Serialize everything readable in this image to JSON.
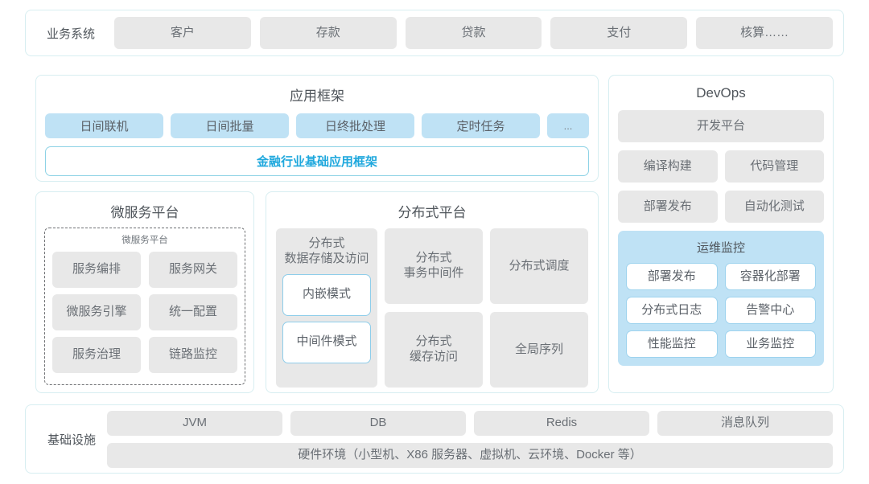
{
  "business_row": {
    "label": "业务系统",
    "items": [
      "客户",
      "存款",
      "贷款",
      "支付",
      "核算……"
    ]
  },
  "app_framework": {
    "title": "应用框架",
    "chips": [
      "日间联机",
      "日间批量",
      "日终批处理",
      "定时任务",
      "..."
    ],
    "banner": "金融行业基础应用框架",
    "banner_color": "#1fa8dd"
  },
  "microservice": {
    "title": "微服务平台",
    "inner_title": "微服务平台",
    "items": [
      "服务编排",
      "服务网关",
      "微服务引擎",
      "统一配置",
      "服务治理",
      "链路监控"
    ]
  },
  "distributed": {
    "title": "分布式平台",
    "col1_head": "分布式\n数据存储及访问",
    "col1_items": [
      "内嵌模式",
      "中间件模式"
    ],
    "rest_items": [
      "分布式\n事务中间件",
      "分布式调度",
      "分布式\n缓存访问",
      "全局序列"
    ]
  },
  "devops": {
    "title": "DevOps",
    "platform": "开发平台",
    "items": [
      "编译构建",
      "代码管理",
      "部署发布",
      "自动化测试"
    ],
    "monitoring": {
      "title": "运维监控",
      "items": [
        "部署发布",
        "容器化部署",
        "分布式日志",
        "告警中心",
        "性能监控",
        "业务监控"
      ]
    }
  },
  "infrastructure": {
    "label": "基础设施",
    "items": [
      "JVM",
      "DB",
      "Redis",
      "消息队列"
    ],
    "hardware": "硬件环境（小型机、X86 服务器、虚拟机、云环境、Docker 等）"
  },
  "colors": {
    "chip_grey": "#e8e8e8",
    "chip_blue": "#bfe2f5",
    "panel_border": "#d7eef1",
    "accent": "#1fa8dd"
  }
}
